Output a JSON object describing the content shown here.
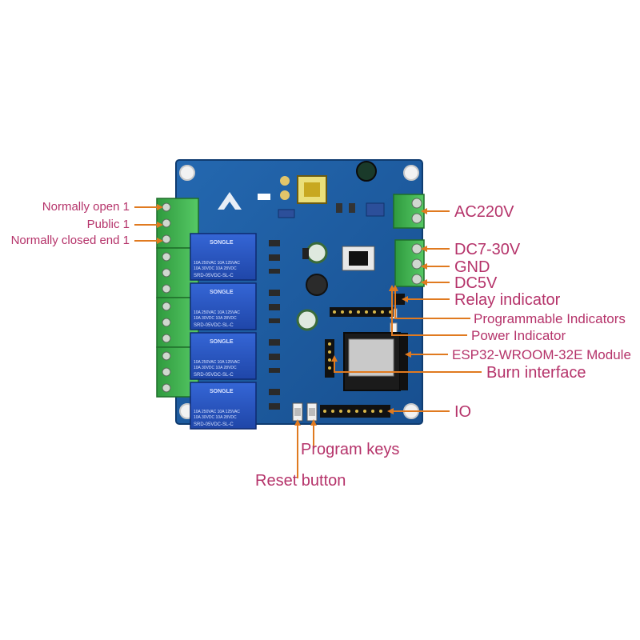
{
  "labels": {
    "no1": "Normally open 1",
    "public1": "Public 1",
    "nc1": "Normally closed end 1",
    "ac220": "AC220V",
    "dc730": "DC7-30V",
    "gnd": "GND",
    "dc5": "DC5V",
    "relay_ind": "Relay indicator",
    "prog_ind": "Programmable Indicators",
    "power_ind": "Power Indicator",
    "esp32": "ESP32-WROOM-32E Module",
    "burn": "Burn interface",
    "io": "IO",
    "prog_keys": "Program keys",
    "reset": "Reset button"
  },
  "relay_text": {
    "brand": "SONGLE",
    "rating1": "10A 250VAC  10A 125VAC",
    "rating2": "10A 30VDC   10A 28VDC",
    "model": "SRD-05VDC-SL-C"
  },
  "colors": {
    "label": "#b5336a",
    "arrow": "#e07a20",
    "pcb": "#1e5fa3",
    "terminal": "#3fb34f",
    "relay": "#2a56c4"
  }
}
